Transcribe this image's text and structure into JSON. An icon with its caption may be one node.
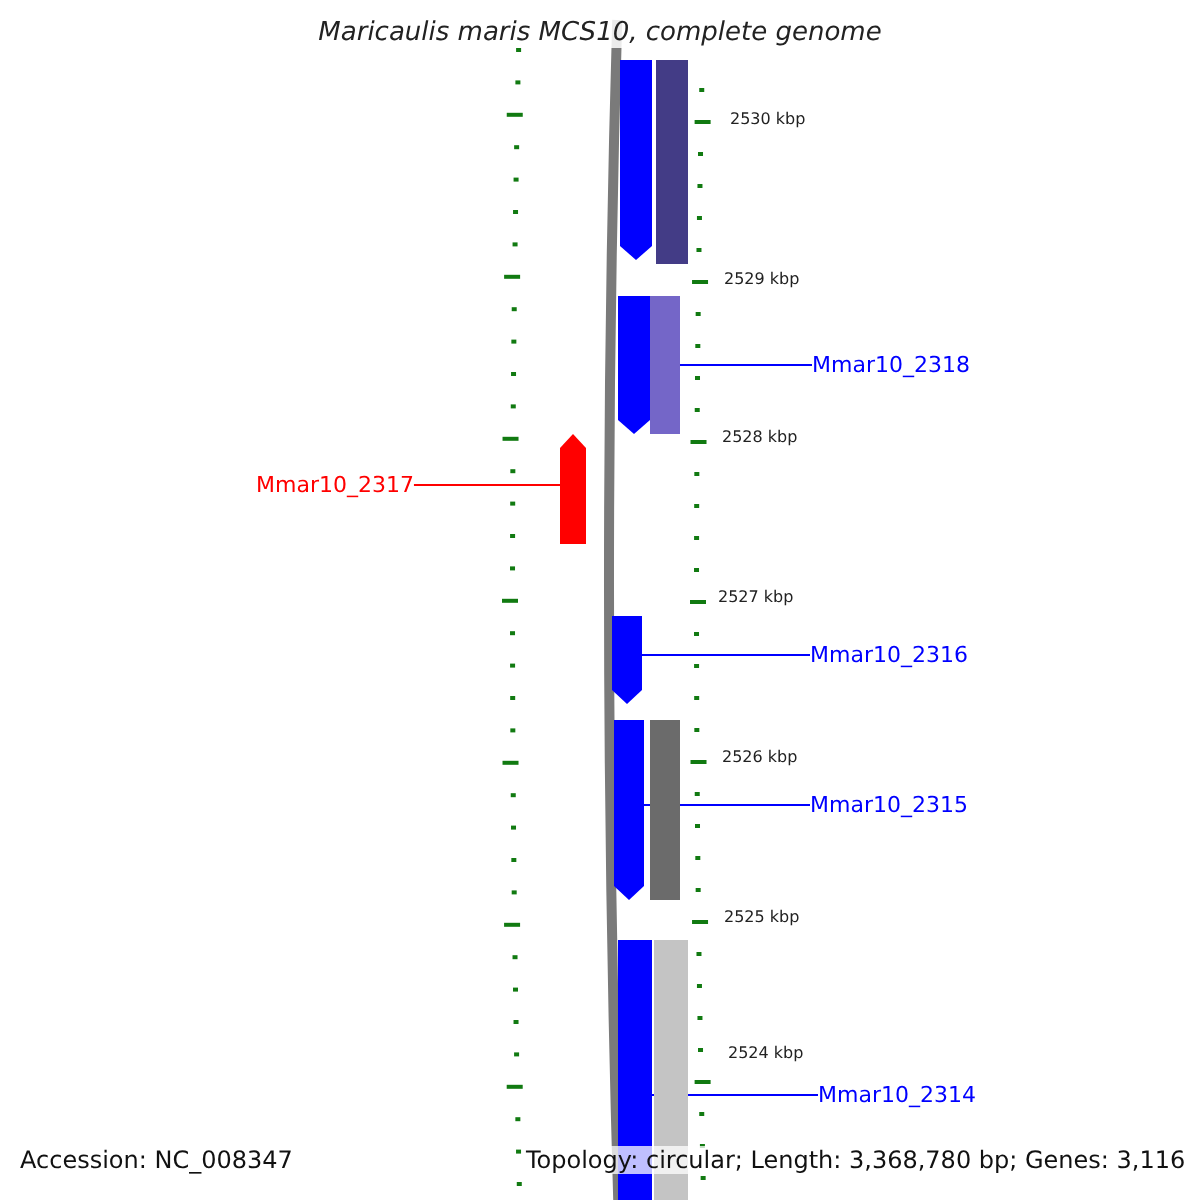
{
  "diagram": {
    "title": "Maricaulis maris MCS10, complete genome",
    "nodes": [
      {
        "text": [
          "Mmar10_2318"
        ]
      },
      {
        "text": [
          "Mmar10_2317"
        ]
      },
      {
        "text": [
          "Mmar10_2316"
        ]
      },
      {
        "text": [
          "Mmar10_2315"
        ]
      },
      {
        "text": [
          "Mmar10_2314"
        ]
      },
      {
        "text": [],
        "shape": "bar"
      },
      {
        "text": [],
        "shape": "bar"
      },
      {
        "text": [],
        "shape": "bar"
      },
      {
        "text": [],
        "shape": "bar"
      },
      {
        "text": [],
        "shape": "bar"
      },
      {
        "text": [],
        "shape": "bar"
      },
      {
        "text": [],
        "shape": "bar"
      },
      {
        "text": [],
        "shape": "bar"
      },
      {
        "text": [],
        "shape": "bar"
      },
      {
        "text": [],
        "shape": "bar"
      }
    ],
    "edges": [
      {
        "from": 0,
        "to": 5,
        "arrow": "none"
      },
      {
        "from": 1,
        "to": 6,
        "arrow": "none",
        "color": "#ff0000"
      },
      {
        "from": 2,
        "to": 7,
        "arrow": "none"
      },
      {
        "from": 3,
        "to": 8,
        "arrow": "none"
      },
      {
        "from": 4,
        "to": 9,
        "arrow": "none"
      }
    ],
    "labels": [
      "2530 kbp",
      "2529 kbp",
      "2528 kbp",
      "2527 kbp",
      "2526 kbp",
      "2525 kbp",
      "2524 kbp",
      "Accession: NC_008347",
      "Topology: circular; Length: 3,368,780 bp; Genes: 3,116"
    ]
  }
}
